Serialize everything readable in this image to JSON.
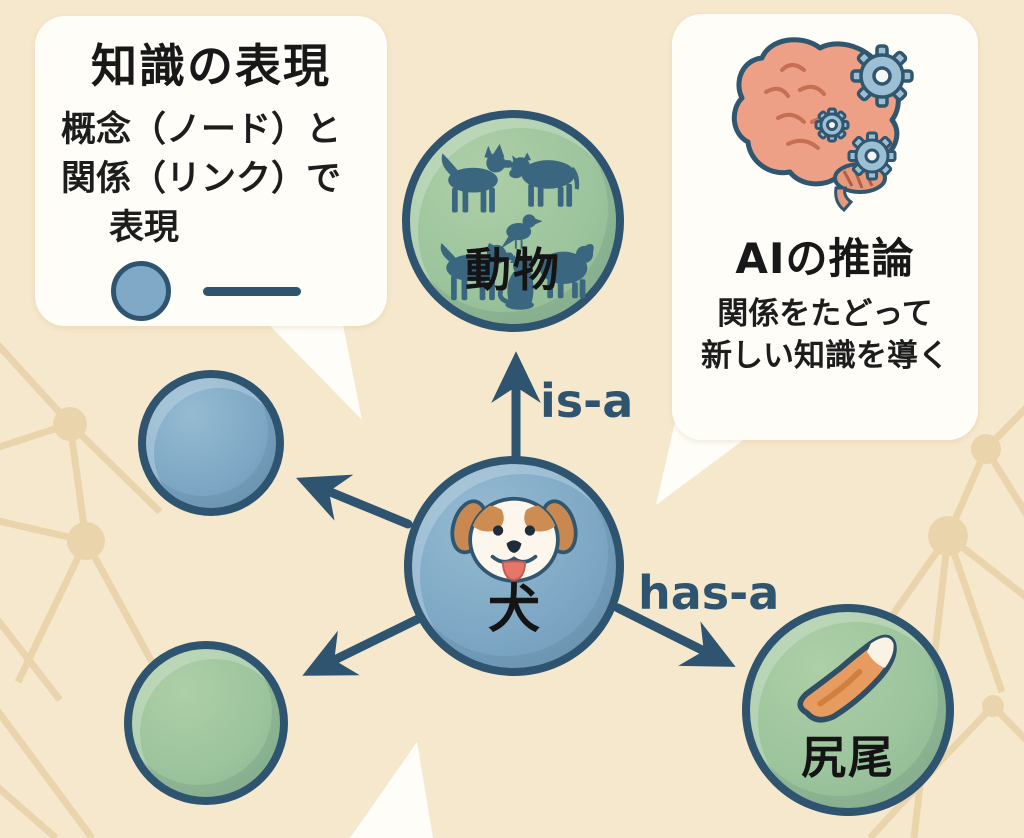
{
  "diagram": "knowledge-graph-illustration",
  "bubbles": {
    "knowledge": {
      "title": "知識の表現",
      "lines": [
        "概念（ノード）と",
        "関係（リンク）で",
        "表現"
      ],
      "legend": {
        "items": [
          "node-circle-swatch",
          "relation-line-swatch"
        ]
      }
    },
    "reasoning": {
      "title": "AIの推論",
      "lines": [
        "関係をたどって",
        "新しい知識を導く"
      ],
      "icon": "brain-gears-icon"
    }
  },
  "graph": {
    "nodes": [
      {
        "id": "dog",
        "label": "犬",
        "fill": "blue",
        "icon": "dog-face-icon"
      },
      {
        "id": "animal",
        "label": "動物",
        "fill": "green",
        "icon": "animal-silhouettes-icon"
      },
      {
        "id": "tail",
        "label": "尻尾",
        "fill": "green",
        "icon": "fox-tail-icon"
      },
      {
        "id": "unlabeled-blue",
        "label": "",
        "fill": "blue"
      },
      {
        "id": "unlabeled-green",
        "label": "",
        "fill": "green"
      }
    ],
    "edges": [
      {
        "from": "dog",
        "to": "animal",
        "label": "is-a"
      },
      {
        "from": "dog",
        "to": "tail",
        "label": "has-a"
      },
      {
        "from": "dog",
        "to": "unlabeled-blue",
        "label": ""
      },
      {
        "from": "dog",
        "to": "unlabeled-green",
        "label": ""
      }
    ]
  },
  "palette": {
    "background": "#f6e8cd",
    "bubble_white": "#fefdf8",
    "node_blue": "#7ea8c5",
    "node_green": "#9cc49d",
    "outline_navy": "#2e5470",
    "silhouette_blue": "#3a677f",
    "brain_orange": "#eda085",
    "tail_orange": "#e89b5f",
    "pattern_tan": "#ead3ab",
    "text_black": "#181818"
  }
}
